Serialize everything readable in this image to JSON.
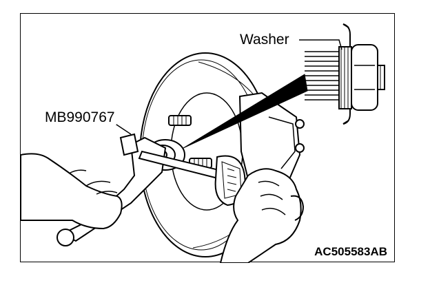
{
  "labels": {
    "washer": "Washer",
    "tool": "MB990767",
    "code": "AC505583AB"
  },
  "colors": {
    "line": "#000000",
    "paper": "#ffffff"
  }
}
